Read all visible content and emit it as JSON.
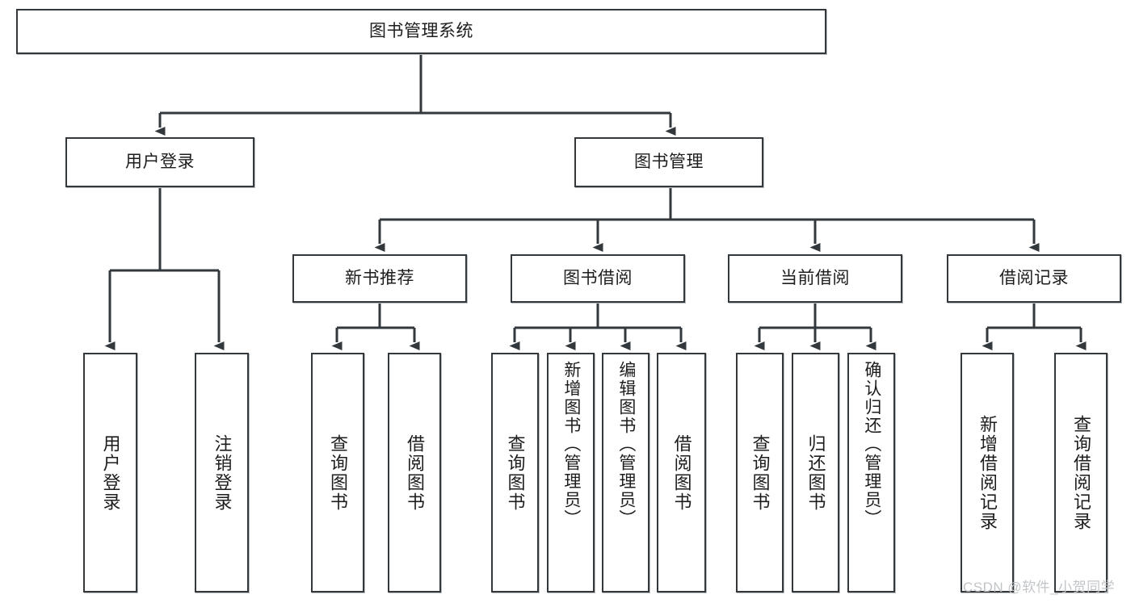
{
  "diagram": {
    "title_node": {
      "label": "图书管理系统"
    },
    "level2": [
      {
        "id": "user-login",
        "label": "用户登录"
      },
      {
        "id": "book-management",
        "label": "图书管理"
      }
    ],
    "level3": [
      {
        "id": "new-book-recommend",
        "label": "新书推荐"
      },
      {
        "id": "book-borrow",
        "label": "图书借阅"
      },
      {
        "id": "current-borrow",
        "label": "当前借阅"
      },
      {
        "id": "borrow-record",
        "label": "借阅记录"
      }
    ],
    "leaves": [
      {
        "id": "leaf-user-login",
        "label": "用户登录"
      },
      {
        "id": "leaf-logout",
        "label": "注销登录"
      },
      {
        "id": "leaf-query-book-1",
        "label": "查询图书"
      },
      {
        "id": "leaf-borrow-book-1",
        "label": "借阅图书"
      },
      {
        "id": "leaf-query-book-2",
        "label": "查询图书"
      },
      {
        "id": "leaf-add-book",
        "label": "新增图书（管理员）"
      },
      {
        "id": "leaf-edit-book",
        "label": "编辑图书（管理员）"
      },
      {
        "id": "leaf-borrow-book-2",
        "label": "借阅图书"
      },
      {
        "id": "leaf-query-book-3",
        "label": "查询图书"
      },
      {
        "id": "leaf-return-book",
        "label": "归还图书"
      },
      {
        "id": "leaf-confirm-return",
        "label": "确认归还（管理员）"
      },
      {
        "id": "leaf-add-record",
        "label": "新增借阅记录"
      },
      {
        "id": "leaf-query-record",
        "label": "查询借阅记录"
      }
    ],
    "watermark": "CSDN @软件_小贺同学",
    "colors": {
      "stroke": "#33383d",
      "text": "#1d1d1d",
      "background": "#ffffff",
      "watermark": "#c2c5c8"
    }
  }
}
